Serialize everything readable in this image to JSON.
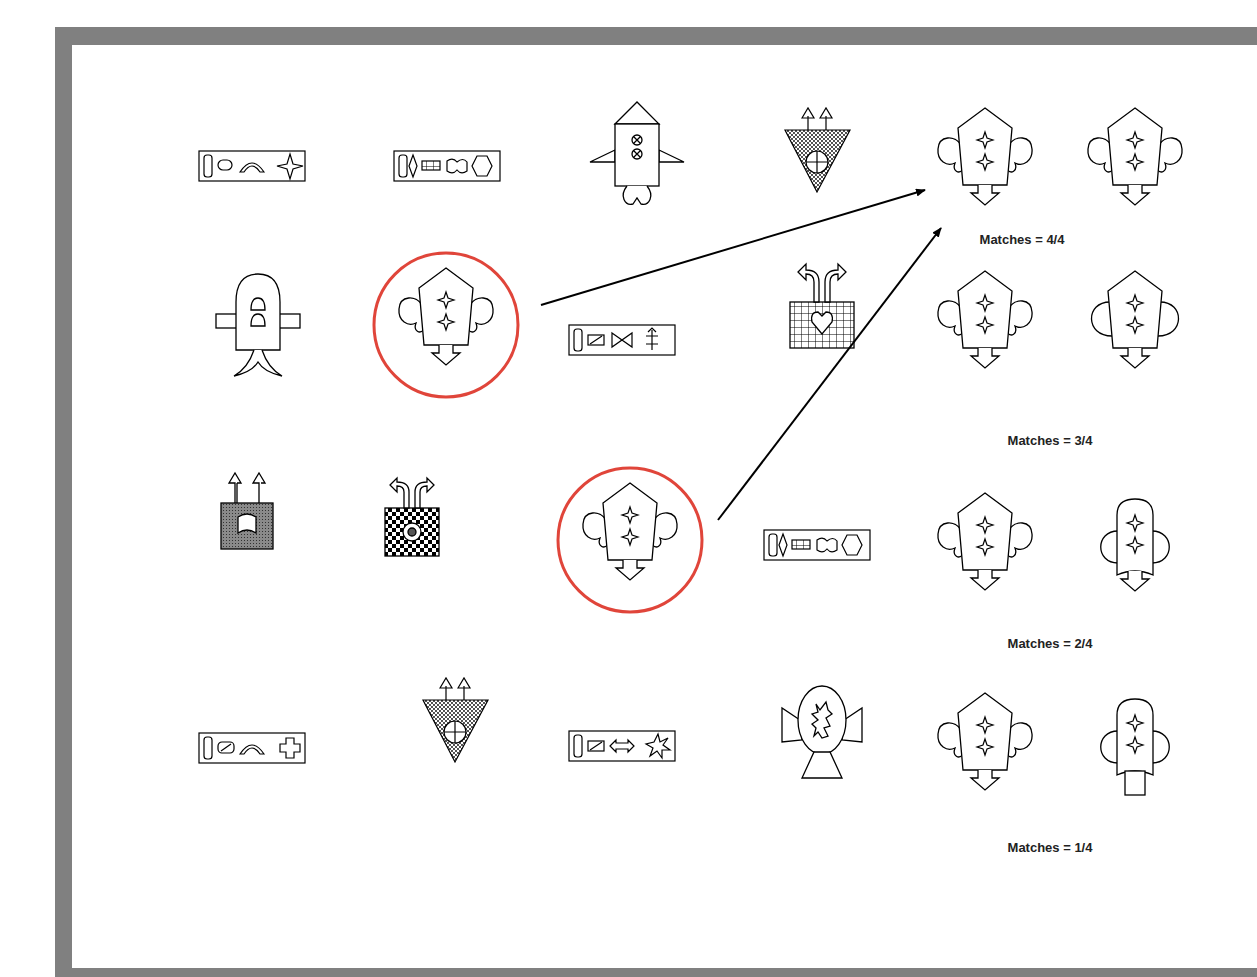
{
  "diagram": {
    "labels": [
      "Matches = 4/4",
      "Matches = 3/4",
      "Matches = 2/4",
      "Matches = 1/4"
    ]
  }
}
